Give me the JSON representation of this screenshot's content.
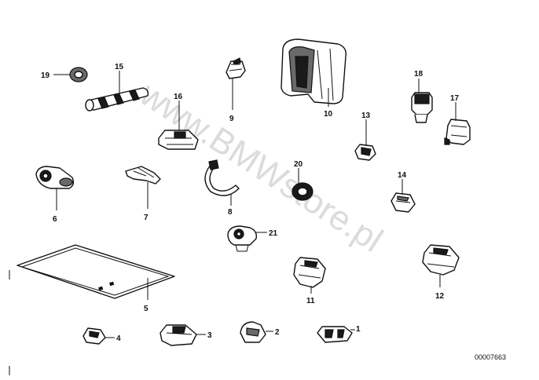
{
  "diagram": {
    "watermark": "www.BMWstore.pl",
    "reference_code": "00007663",
    "part_labels": [
      "1",
      "2",
      "3",
      "4",
      "5",
      "6",
      "7",
      "8",
      "9",
      "10",
      "11",
      "12",
      "13",
      "14",
      "15",
      "16",
      "17",
      "18",
      "19",
      "20",
      "21"
    ]
  }
}
